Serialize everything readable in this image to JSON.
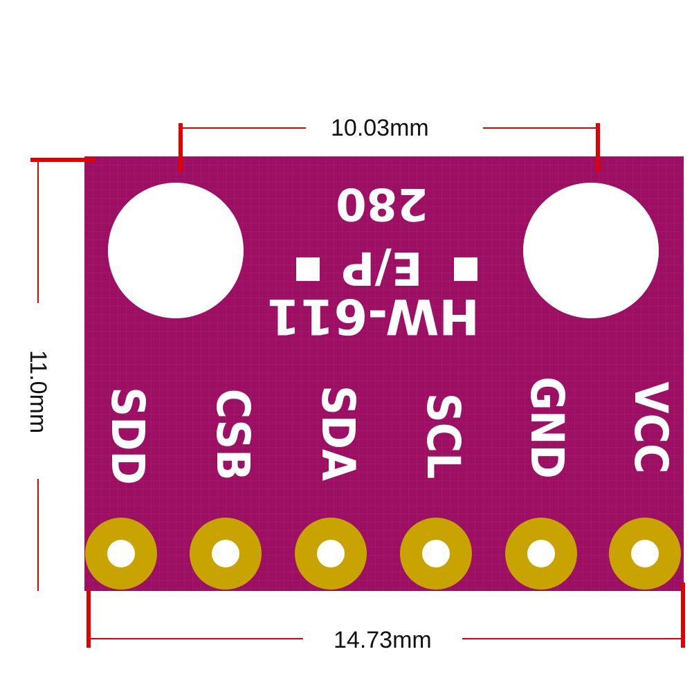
{
  "board": {
    "color": "#9c0f63",
    "model": "HW-611",
    "variant": "E/P",
    "chip": "280",
    "pins": [
      "SDD",
      "CSB",
      "SDA",
      "SCL",
      "GND",
      "VCC"
    ]
  },
  "dimensions": {
    "hole_spacing": "10.03mm",
    "height": "11.0mm",
    "width": "14.73mm",
    "line_color": "#e00000"
  }
}
